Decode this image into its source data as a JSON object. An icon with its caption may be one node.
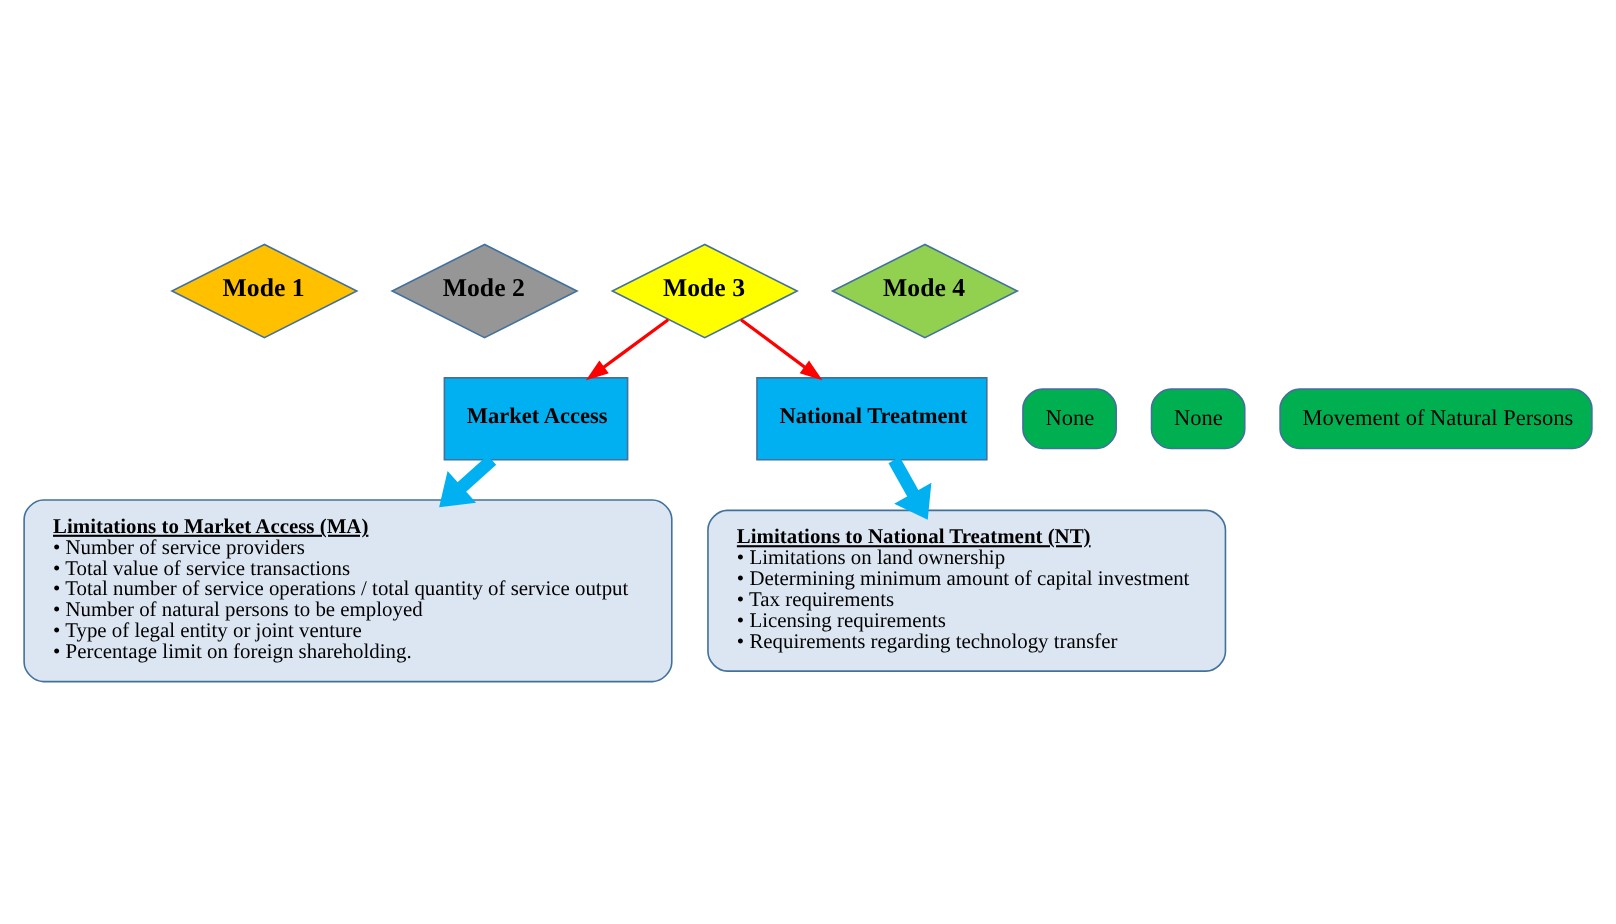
{
  "diagram": {
    "nodes": [
      {
        "text": [
          "Mode 1"
        ]
      },
      {
        "text": [
          "Mode 2"
        ]
      },
      {
        "text": [
          "Mode 3"
        ]
      },
      {
        "text": [
          "Mode 4"
        ]
      },
      {
        "text": [
          "None"
        ]
      },
      {
        "text": [
          "None"
        ]
      },
      {
        "text": [
          "Market Access"
        ]
      },
      {
        "text": [
          "National Treatment"
        ]
      },
      {
        "text": [
          "Movement of Natural Persons"
        ]
      },
      {
        "text": [
          "Limitations to Market Access (MA)",
          "• Number of service providers",
          "• Total value of service transactions",
          "• Total number of service operations / total quantity of service output",
          "• Number of natural persons to be employed",
          "• Type of legal entity or joint venture",
          "• Percentage limit on foreign shareholding."
        ]
      },
      {
        "text": [
          "Limitations to National Treatment (NT)",
          "• Limitations on land ownership",
          "• Determining minimum amount of capital investment",
          "• Tax requirements",
          "• Licensing requirements",
          "• Requirements regarding technology transfer"
        ]
      }
    ],
    "edges": [
      {
        "from": 2,
        "to": 6,
        "arrow": "to",
        "color": "#ff0000"
      },
      {
        "from": 2,
        "to": 7,
        "arrow": "to",
        "color": "#ff0000"
      },
      {
        "from": 6,
        "to": 9,
        "arrow": "to",
        "style": "thick",
        "color": "#00b0f0"
      },
      {
        "from": 7,
        "to": 10,
        "arrow": "to",
        "style": "thick",
        "color": "#00b0f0"
      }
    ]
  }
}
